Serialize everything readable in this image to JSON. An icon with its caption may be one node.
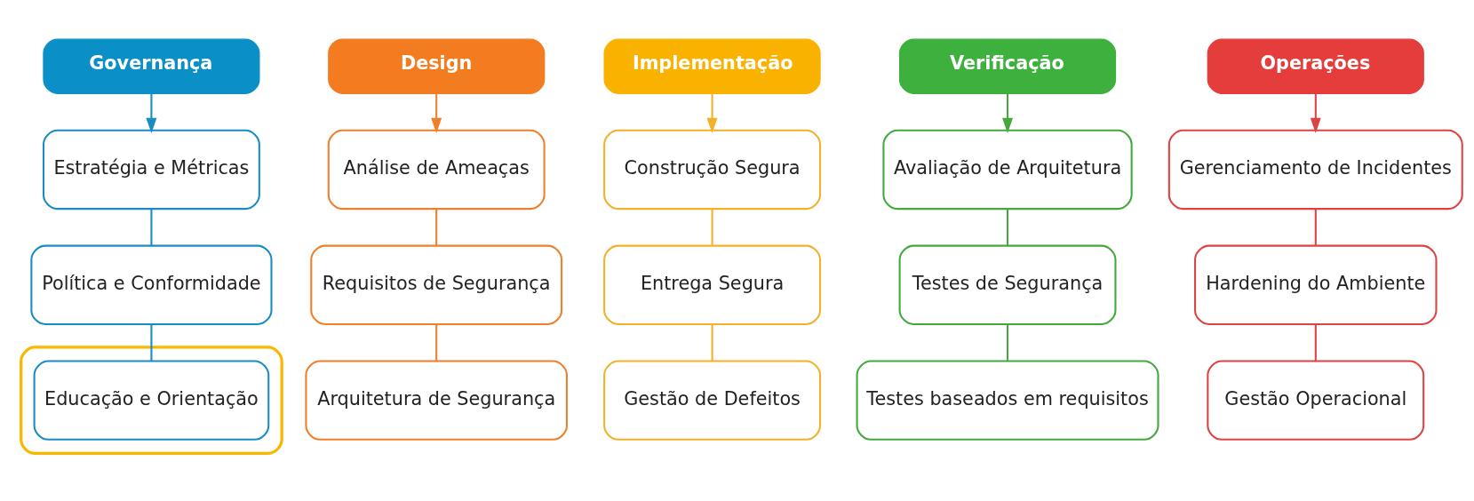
{
  "diagram": {
    "nodes": [
      {
        "text": [
          "Governança"
        ]
      },
      {
        "text": [
          "Estratégia e Métricas"
        ]
      },
      {
        "text": [
          "Política e Conformidade"
        ]
      },
      {
        "text": [],
        "shape": "box"
      },
      {
        "text": [
          "Educação e Orientação"
        ],
        "in": 3
      },
      {
        "text": [
          "Design"
        ]
      },
      {
        "text": [
          "Análise de Ameaças"
        ]
      },
      {
        "text": [
          "Requisitos de Segurança"
        ]
      },
      {
        "text": [
          "Arquitetura de Segurança"
        ]
      },
      {
        "text": [
          "Implementação"
        ]
      },
      {
        "text": [
          "Construção Segura"
        ]
      },
      {
        "text": [
          "Entrega Segura"
        ]
      },
      {
        "text": [
          "Gestão de Defeitos"
        ]
      },
      {
        "text": [
          "Verificação"
        ]
      },
      {
        "text": [
          "Avaliação de Arquitetura"
        ]
      },
      {
        "text": [
          "Testes de Segurança"
        ]
      },
      {
        "text": [
          "Testes baseados em requisitos"
        ]
      },
      {
        "text": [
          "Operações"
        ]
      },
      {
        "text": [
          "Gerenciamento de Incidentes"
        ]
      },
      {
        "text": [
          "Hardening do Ambiente"
        ]
      },
      {
        "text": [
          "Gestão Operacional"
        ]
      }
    ],
    "edges": [
      {
        "from": 0,
        "to": 1,
        "arrow": "to",
        "color": "#1a8cc4"
      },
      {
        "from": 1,
        "to": 2,
        "arrow": "none",
        "color": "#1a8cc4"
      },
      {
        "from": 2,
        "to": 4,
        "arrow": "none",
        "color": "#1a8cc4"
      },
      {
        "from": 5,
        "to": 6,
        "arrow": "to",
        "color": "#f07f2a"
      },
      {
        "from": 6,
        "to": 7,
        "arrow": "none",
        "color": "#f07f2a"
      },
      {
        "from": 7,
        "to": 8,
        "arrow": "none",
        "color": "#f07f2a"
      },
      {
        "from": 9,
        "to": 10,
        "arrow": "to",
        "color": "#f3b12b"
      },
      {
        "from": 10,
        "to": 11,
        "arrow": "none",
        "color": "#f3b12b"
      },
      {
        "from": 11,
        "to": 12,
        "arrow": "none",
        "color": "#f3b12b"
      },
      {
        "from": 13,
        "to": 14,
        "arrow": "to",
        "color": "#45a83f"
      },
      {
        "from": 14,
        "to": 15,
        "arrow": "none",
        "color": "#45a83f"
      },
      {
        "from": 15,
        "to": 16,
        "arrow": "none",
        "color": "#45a83f"
      },
      {
        "from": 17,
        "to": 18,
        "arrow": "to",
        "color": "#dd4343"
      },
      {
        "from": 18,
        "to": 19,
        "arrow": "none",
        "color": "#dd4343"
      },
      {
        "from": 19,
        "to": 20,
        "arrow": "none",
        "color": "#dd4343"
      }
    ]
  }
}
